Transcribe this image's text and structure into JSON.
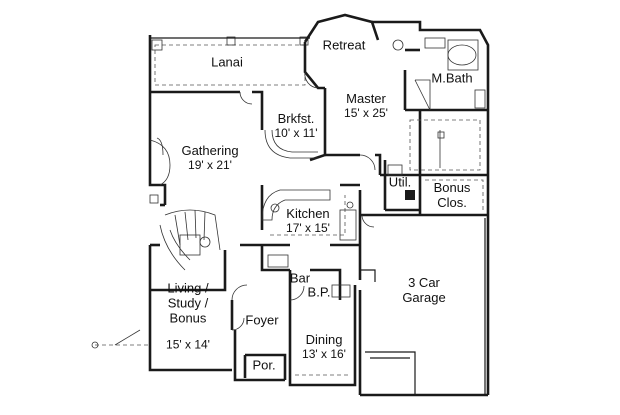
{
  "rooms": {
    "lanai": {
      "name": "Lanai"
    },
    "retreat": {
      "name": "Retreat"
    },
    "mbath": {
      "name": "M.Bath"
    },
    "master": {
      "name": "Master",
      "dims": "15' x 25'"
    },
    "brkfst": {
      "name": "Brkfst.",
      "dims": "10' x 11'"
    },
    "gathering": {
      "name": "Gathering",
      "dims": "19' x 21'"
    },
    "util": {
      "name": "Util."
    },
    "bonus_clos": {
      "name": "Bonus\nClos."
    },
    "kitchen": {
      "name": "Kitchen",
      "dims": "17' x 15'"
    },
    "bar": {
      "name": "Bar"
    },
    "bp": {
      "name": "B.P."
    },
    "living": {
      "name": "Living /\nStudy /\nBonus",
      "dims": "15' x 14'"
    },
    "foyer": {
      "name": "Foyer"
    },
    "garage": {
      "name": "3 Car\nGarage"
    },
    "dining": {
      "name": "Dining",
      "dims": "13' x 16'"
    },
    "por": {
      "name": "Por."
    }
  }
}
